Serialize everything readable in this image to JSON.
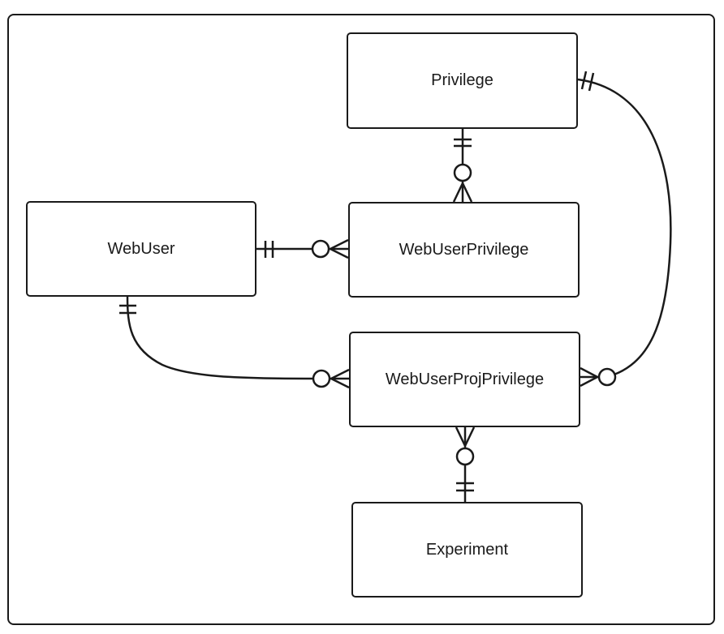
{
  "entities": {
    "privilege": "Privilege",
    "webuser": "WebUser",
    "webuserprivilege": "WebUserPrivilege",
    "webuserprojprivilege": "WebUserProjPrivilege",
    "experiment": "Experiment"
  },
  "relationships": [
    {
      "from": "Privilege",
      "from_cardinality": "exactly-one",
      "to": "WebUserPrivilege",
      "to_cardinality": "zero-or-many"
    },
    {
      "from": "WebUser",
      "from_cardinality": "exactly-one",
      "to": "WebUserPrivilege",
      "to_cardinality": "zero-or-many"
    },
    {
      "from": "WebUser",
      "from_cardinality": "exactly-one",
      "to": "WebUserProjPrivilege",
      "to_cardinality": "zero-or-many"
    },
    {
      "from": "Privilege",
      "from_cardinality": "exactly-one",
      "to": "WebUserProjPrivilege",
      "to_cardinality": "zero-or-many"
    },
    {
      "from": "Experiment",
      "from_cardinality": "exactly-one",
      "to": "WebUserProjPrivilege",
      "to_cardinality": "zero-or-many"
    }
  ]
}
